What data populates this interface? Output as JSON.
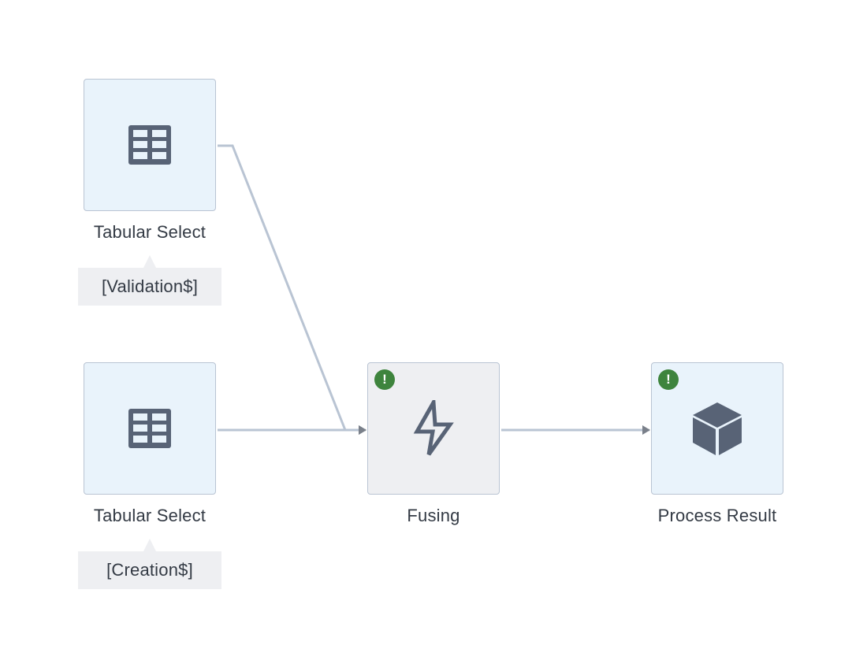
{
  "diagram": {
    "nodes": [
      {
        "id": "tabular-select-1",
        "type": "Tabular Select",
        "label": "Tabular Select",
        "tag": "[Validation$]",
        "icon": "table-icon",
        "warning": false
      },
      {
        "id": "tabular-select-2",
        "type": "Tabular Select",
        "label": "Tabular Select",
        "tag": "[Creation$]",
        "icon": "table-icon",
        "warning": false
      },
      {
        "id": "fusing",
        "type": "Fusing",
        "label": "Fusing",
        "icon": "lightning-icon",
        "warning": true,
        "warning_glyph": "!"
      },
      {
        "id": "process-result",
        "type": "Process Result",
        "label": "Process Result",
        "icon": "cube-icon",
        "warning": true,
        "warning_glyph": "!"
      }
    ],
    "edges": [
      {
        "from": "tabular-select-1",
        "to": "fusing"
      },
      {
        "from": "tabular-select-2",
        "to": "fusing"
      },
      {
        "from": "fusing",
        "to": "process-result"
      }
    ],
    "colors": {
      "source_fill": "#e9f3fb",
      "operator_fill": "#eeeff2",
      "node_border": "#b9c4d3",
      "icon": "#586376",
      "edge": "#b9c4d3",
      "arrow": "#7a808a",
      "warning_badge": "#3e843d"
    }
  }
}
